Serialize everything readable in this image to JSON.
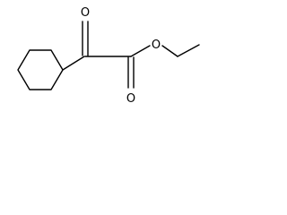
{
  "molecule": {
    "atom_labels": {
      "ketone_oxygen": "O",
      "ester_ether_oxygen": "O",
      "ester_carbonyl_oxygen": "O"
    },
    "colors": {
      "bond": "#000000",
      "label": "#000000",
      "background": "#ffffff"
    }
  }
}
